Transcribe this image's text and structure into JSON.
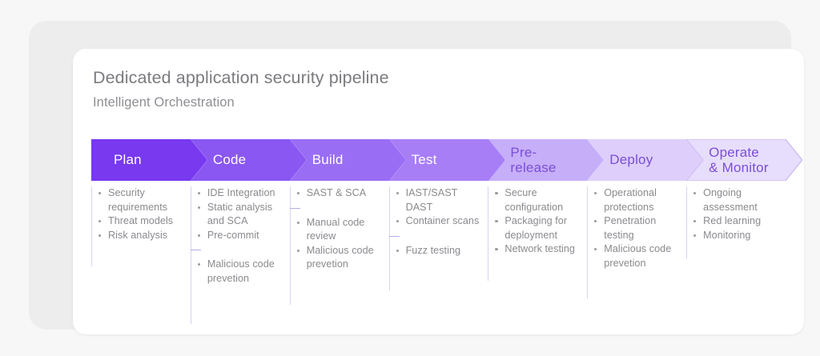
{
  "canvas": {
    "background": "#f7f7f8",
    "outer_panel_color": "#ededee",
    "card_color": "#ffffff"
  },
  "header": {
    "title": "Dedicated application security pipeline",
    "subtitle": "Intelligent Orchestration",
    "title_color": "#7b7b80",
    "subtitle_color": "#8e8e93"
  },
  "pipeline": {
    "divider_color": "#d9d3f0",
    "tick_color": "#b9a9e8",
    "bullet_text_color": "#8a8a8f",
    "stages": [
      {
        "id": "plan",
        "label": "Plan",
        "fill": "#7839ef",
        "stroke": "none",
        "text_color": "#ffffff",
        "divider_height": 100,
        "groups": [
          {
            "items": [
              "Security requirements",
              "Threat models",
              "Risk analysis"
            ]
          }
        ]
      },
      {
        "id": "code",
        "label": "Code",
        "fill": "#8b57f2",
        "stroke": "none",
        "text_color": "#ffffff",
        "divider_height": 172,
        "groups": [
          {
            "items": [
              "IDE Integration",
              "Static analysis and SCA",
              "Pre-commit"
            ]
          },
          {
            "items": [
              "Malicious code prevetion"
            ]
          }
        ]
      },
      {
        "id": "build",
        "label": "Build",
        "fill": "#9a6df5",
        "stroke": "none",
        "text_color": "#ffffff",
        "divider_height": 148,
        "groups": [
          {
            "items": [
              "SAST & SCA"
            ]
          },
          {
            "items": [
              "Manual code review",
              "Malicious code prevetion"
            ]
          }
        ]
      },
      {
        "id": "test",
        "label": "Test",
        "fill": "#a87ef7",
        "stroke": "none",
        "text_color": "#ffffff",
        "divider_height": 130,
        "groups": [
          {
            "items": [
              "IAST/SAST DAST",
              "Container scans"
            ]
          },
          {
            "items": [
              "Fuzz testing"
            ]
          }
        ]
      },
      {
        "id": "pre-release",
        "label": "Pre-\nrelease",
        "fill": "#c6aef9",
        "stroke": "none",
        "text_color": "#7a4fd6",
        "divider_height": 118,
        "groups": [
          {
            "items": [
              "Secure configuration",
              "Packaging for deployment",
              "Network testing"
            ]
          }
        ]
      },
      {
        "id": "deploy",
        "label": "Deploy",
        "fill": "#ddcefb",
        "stroke": "none",
        "text_color": "#7a4fd6",
        "divider_height": 140,
        "groups": [
          {
            "items": [
              "Operational protections",
              "Penetration testing",
              "Malicious code prevetion"
            ]
          }
        ]
      },
      {
        "id": "operate-monitor",
        "label": "Operate\n& Monitor",
        "fill": "#e7ddfc",
        "stroke": "#c3b0ef",
        "text_color": "#7a4fd6",
        "divider_height": 90,
        "groups": [
          {
            "items": [
              "Ongoing assessment",
              "Red learning",
              "Monitoring"
            ]
          }
        ]
      }
    ]
  }
}
